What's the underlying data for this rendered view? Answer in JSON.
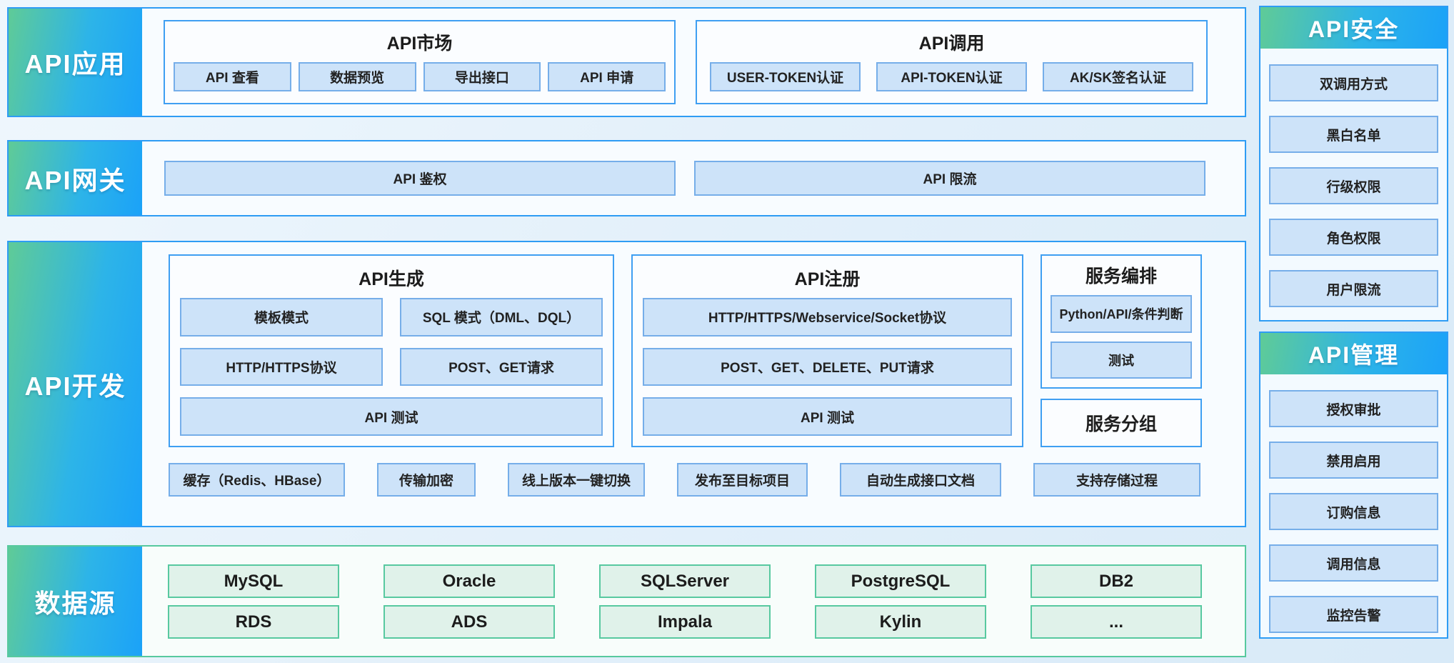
{
  "colors": {
    "gradient_green": "#5fcb97",
    "gradient_blue": "#1ba2f8",
    "band_border_blue": "#2e9cf4",
    "band_border_green": "#57c99e",
    "chip_bg_blue": "#cde3f9",
    "chip_border_blue": "#76aee9",
    "chip_bg_green": "#e0f2ea",
    "chip_border_green": "#58c9a0"
  },
  "bands": {
    "app": {
      "label": "API应用",
      "market": {
        "title": "API市场",
        "items": [
          "API 查看",
          "数据预览",
          "导出接口",
          "API 申请"
        ]
      },
      "call": {
        "title": "API调用",
        "items": [
          "USER-TOKEN认证",
          "API-TOKEN认证",
          "AK/SK签名认证"
        ]
      }
    },
    "gateway": {
      "label": "API网关",
      "items": [
        "API 鉴权",
        "API 限流"
      ]
    },
    "dev": {
      "label": "API开发",
      "generate": {
        "title": "API生成",
        "items": [
          "模板模式",
          "SQL 模式（DML、DQL）",
          "HTTP/HTTPS协议",
          "POST、GET请求",
          "API 测试"
        ]
      },
      "register": {
        "title": "API注册",
        "items": [
          "HTTP/HTTPS/Webservice/Socket协议",
          "POST、GET、DELETE、PUT请求",
          "API 测试"
        ]
      },
      "orchestration": {
        "title": "服务编排",
        "items": [
          "Python/API/条件判断",
          "测试"
        ]
      },
      "grouping": {
        "title": "服务分组"
      },
      "features": [
        "缓存（Redis、HBase）",
        "传输加密",
        "线上版本一键切换",
        "发布至目标项目",
        "自动生成接口文档",
        "支持存储过程"
      ]
    },
    "datasource": {
      "label": "数据源",
      "row1": [
        "MySQL",
        "Oracle",
        "SQLServer",
        "PostgreSQL",
        "DB2"
      ],
      "row2": [
        "RDS",
        "ADS",
        "Impala",
        "Kylin",
        "..."
      ]
    }
  },
  "sidebar": {
    "security": {
      "title": "API安全",
      "items": [
        "双调用方式",
        "黑白名单",
        "行级权限",
        "角色权限",
        "用户限流"
      ]
    },
    "management": {
      "title": "API管理",
      "items": [
        "授权审批",
        "禁用启用",
        "订购信息",
        "调用信息",
        "监控告警"
      ]
    }
  }
}
